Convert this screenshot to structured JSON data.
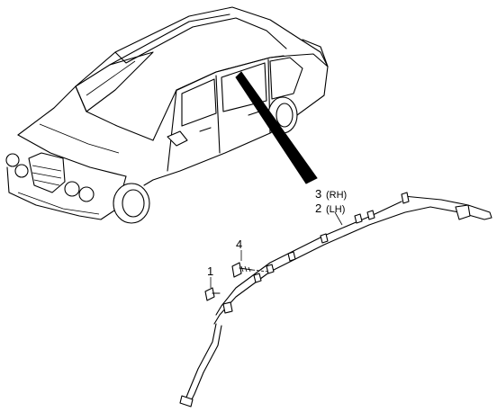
{
  "callouts": {
    "part_3": "3",
    "part_3_side": "(RH)",
    "part_2": "2",
    "part_2_side": "(LH)",
    "part_4": "4",
    "part_1": "1"
  },
  "icons": [
    "sedan-car-illustration",
    "curtain-airbag-module",
    "bolt",
    "clip"
  ]
}
